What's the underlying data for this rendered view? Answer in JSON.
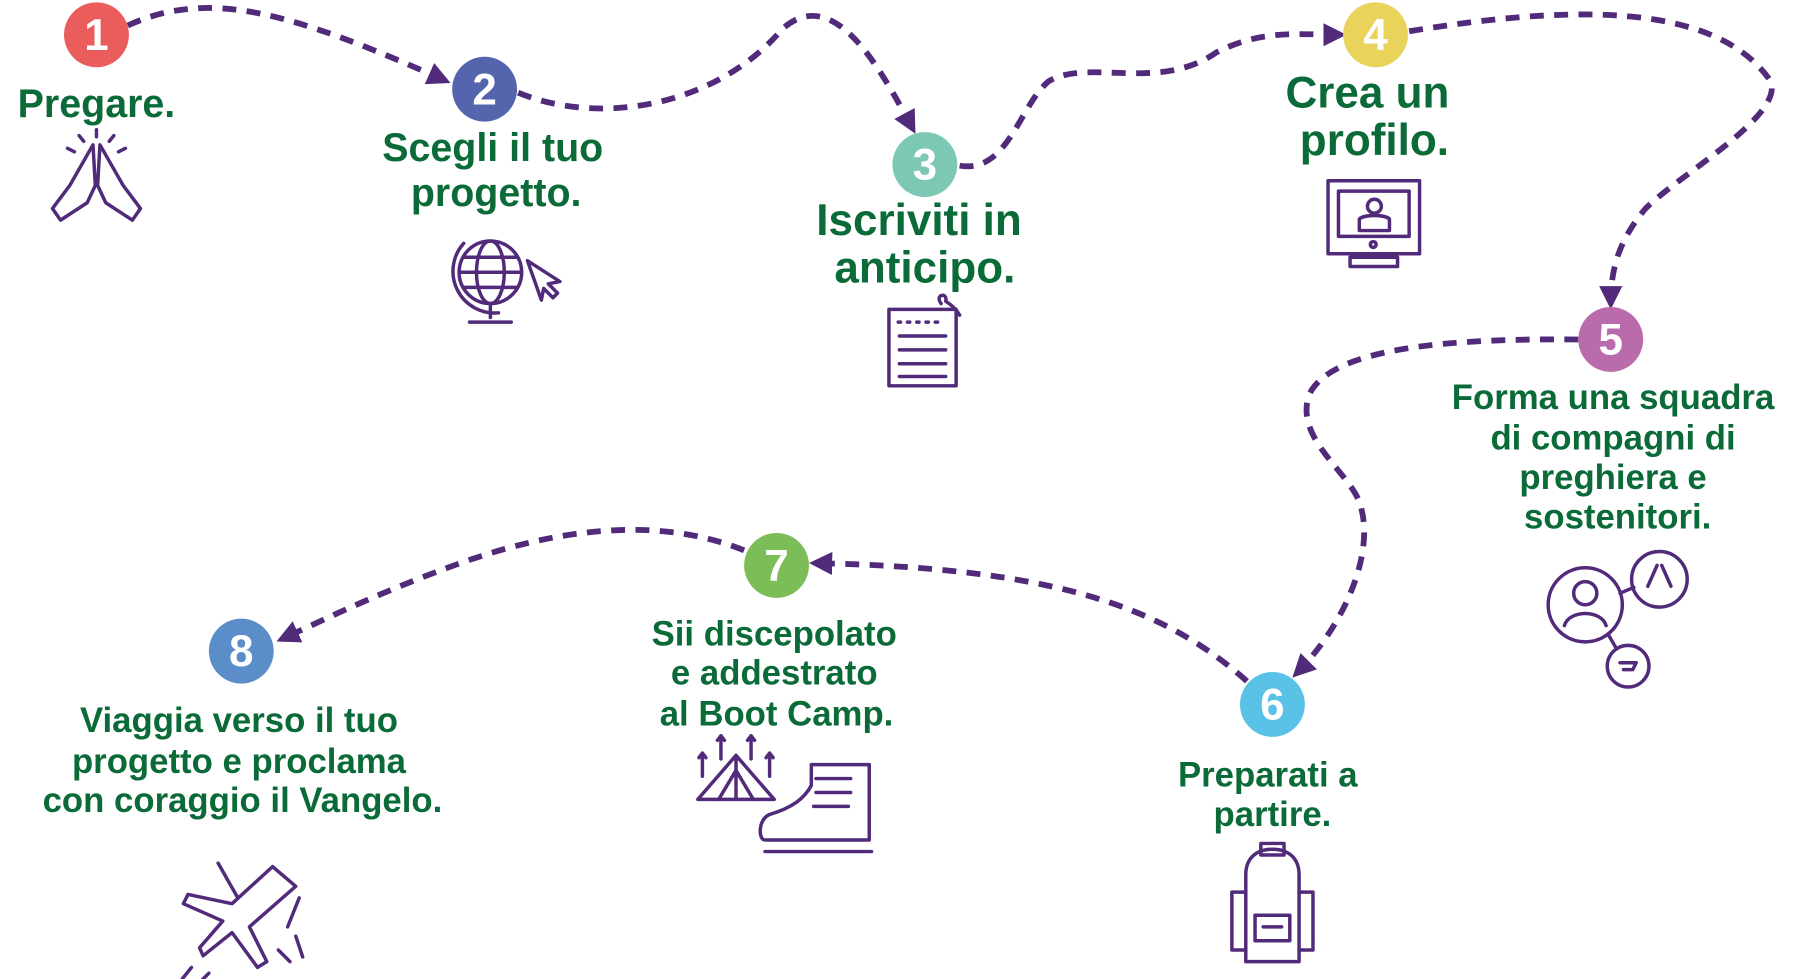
{
  "steps": [
    {
      "number": "1",
      "color": "#eb5c5c",
      "lines": [
        "Pregare."
      ],
      "icon": "praying-hands-icon"
    },
    {
      "number": "2",
      "color": "#5465ad",
      "lines": [
        "Scegli il tuo",
        "progetto."
      ],
      "icon": "globe-cursor-icon"
    },
    {
      "number": "3",
      "color": "#7cc8b4",
      "lines": [
        "Iscriviti in",
        "anticipo."
      ],
      "icon": "notepad-icon"
    },
    {
      "number": "4",
      "color": "#e9d35a",
      "lines": [
        "Crea un",
        "profilo."
      ],
      "icon": "monitor-profile-icon"
    },
    {
      "number": "5",
      "color": "#b96bab",
      "lines": [
        "Forma una squadra",
        "di compagni di",
        "preghiera e",
        "sostenitori."
      ],
      "icon": "network-people-icon"
    },
    {
      "number": "6",
      "color": "#5bc2e7",
      "lines": [
        "Preparati a",
        "partire."
      ],
      "icon": "backpack-icon"
    },
    {
      "number": "7",
      "color": "#7dbd57",
      "lines": [
        "Sii discepolato",
        "e addestrato",
        "al Boot Camp."
      ],
      "icon": "tent-boot-icon"
    },
    {
      "number": "8",
      "color": "#5b8ec9",
      "lines": [
        "Viaggia verso il tuo",
        "progetto e proclama",
        "con coraggio il Vangelo."
      ],
      "icon": "airplane-icon"
    }
  ],
  "colors": {
    "text": "#0b6b38",
    "path": "#512a7a"
  }
}
